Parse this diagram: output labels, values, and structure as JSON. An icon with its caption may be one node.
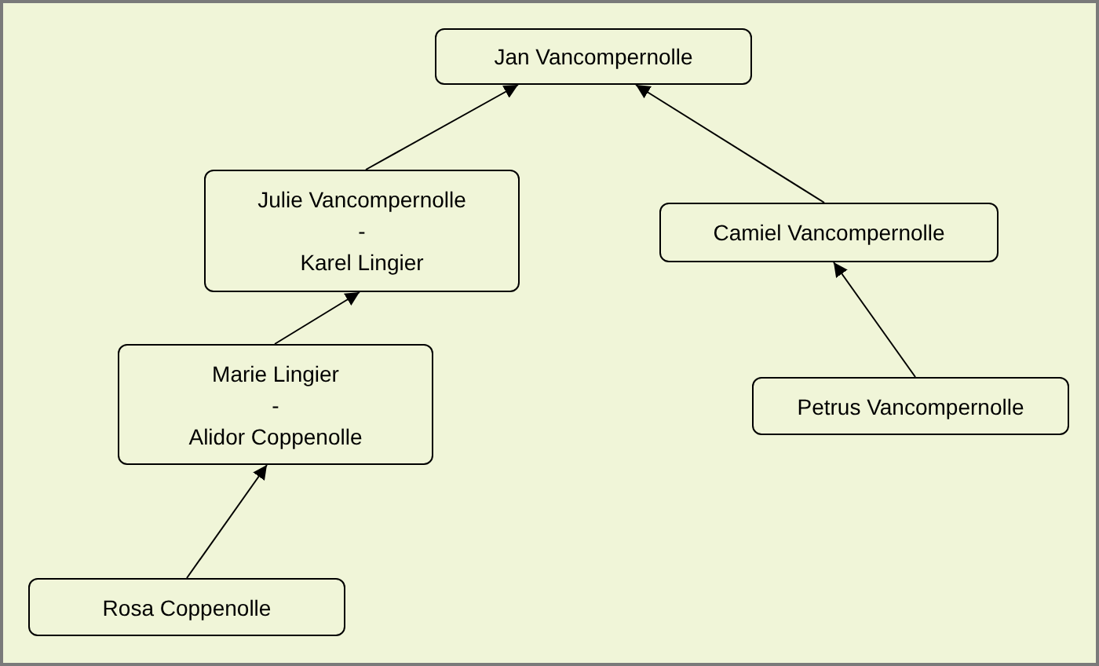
{
  "diagram": {
    "nodes": [
      {
        "text": [
          "Jan Vancompernolle"
        ]
      },
      {
        "text": [
          "Julie Vancompernolle",
          "-",
          "Karel Lingier"
        ]
      },
      {
        "text": [
          "Camiel Vancompernolle"
        ]
      },
      {
        "text": [
          "Marie Lingier",
          "-",
          "Alidor Coppenolle"
        ]
      },
      {
        "text": [
          "Petrus Vancompernolle"
        ]
      },
      {
        "text": [
          "Rosa Coppenolle"
        ]
      }
    ],
    "edges": [
      {
        "from": 1,
        "to": 0,
        "arrow": "to"
      },
      {
        "from": 2,
        "to": 0,
        "arrow": "to"
      },
      {
        "from": 3,
        "to": 1,
        "arrow": "to"
      },
      {
        "from": 4,
        "to": 2,
        "arrow": "to"
      },
      {
        "from": 5,
        "to": 3,
        "arrow": "to"
      }
    ]
  }
}
